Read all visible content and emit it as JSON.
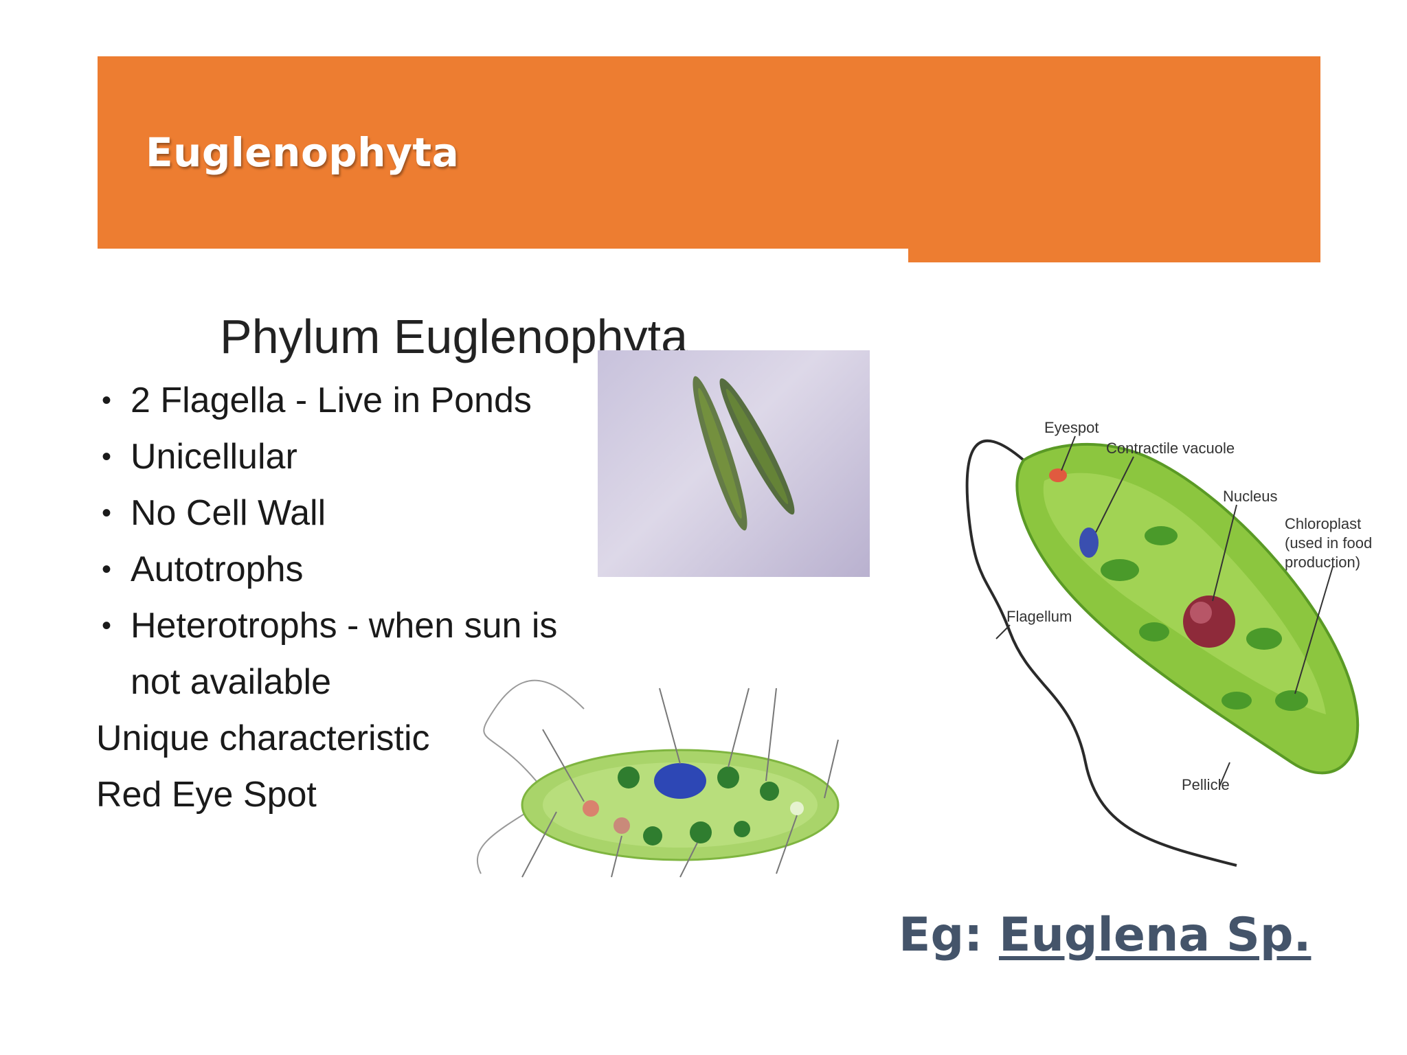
{
  "slide": {
    "title": "Euglenophyta",
    "accent_color": "#ED7D31"
  },
  "left_figure": {
    "title": "Phylum Euglenophyta",
    "bullets": [
      "2 Flagella - Live in Ponds",
      "Unicellular",
      "No Cell Wall",
      "Autotrophs",
      "Heterotrophs - when sun is"
    ],
    "bullet_continuation": "not available",
    "plain_lines": [
      "Unique characteristic",
      "Red Eye Spot"
    ],
    "bullet_glyph": "•"
  },
  "right_diagram": {
    "labels": {
      "eyespot": "Eyespot",
      "contractile_vacuole": "Contractile vacuole",
      "nucleus": "Nucleus",
      "chloroplast_1": "Chloroplast",
      "chloroplast_2": "(used in food",
      "chloroplast_3": "production)",
      "flagellum": "Flagellum",
      "pellicle": "Pellicle"
    }
  },
  "example": {
    "prefix": "Eg: ",
    "name": "Euglena Sp.",
    "color": "#44546A"
  }
}
